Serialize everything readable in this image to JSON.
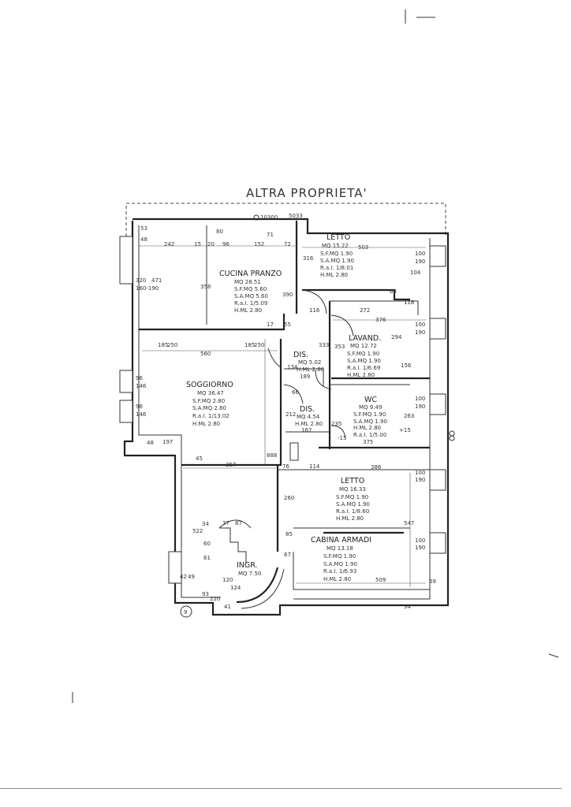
{
  "header": {
    "title": "ALTRA PROPRIETA'"
  },
  "rooms": [
    {
      "id": "cucina",
      "name": "CUCINA PRANZO",
      "lines": [
        "MQ 28.51",
        "S.F.MQ 5.60",
        "S.A.MQ 5.60",
        "R.a.I. 1/5.09",
        "H.ML 2.80"
      ]
    },
    {
      "id": "letto1",
      "name": "LETTO",
      "lines": [
        "MQ 15.22",
        "S.F.MQ 1.90",
        "S.A.MQ 1.90",
        "R.a.I. 1/8.01",
        "H.ML 2.80"
      ]
    },
    {
      "id": "lavand",
      "name": "LAVAND.",
      "lines": [
        "MQ 12.72",
        "S.F.MQ 1.90",
        "S.A.MQ 1.90",
        "R.a.I. 1/6.69",
        "H.ML 2.80"
      ]
    },
    {
      "id": "dis1",
      "name": "DIS.",
      "lines": [
        "MQ 5.02",
        "H.ML 2.80"
      ]
    },
    {
      "id": "soggiorno",
      "name": "SOGGIORNO",
      "lines": [
        "MQ 36.47",
        "S.F.MQ 2.80",
        "S.A.MQ 2.80",
        "R.a.I. 1/13.02",
        "H.ML 2.80"
      ]
    },
    {
      "id": "dis2",
      "name": "DIS.",
      "lines": [
        "MQ 4.54",
        "H.ML 2.80"
      ]
    },
    {
      "id": "wc",
      "name": "WC",
      "lines": [
        "MQ 9.49",
        "S.F.MQ 1.90",
        "S.A.MQ 1.90",
        "H.ML 2.80",
        "R.a.I. 1/5.00"
      ]
    },
    {
      "id": "letto2",
      "name": "LETTO",
      "lines": [
        "MQ 16.33",
        "S.F.MQ 1.90",
        "S.A.MQ 1.90",
        "R.a.I. 1/8.60",
        "H.ML 2.80"
      ]
    },
    {
      "id": "cabina",
      "name": "CABINA ARMADI",
      "lines": [
        "MQ 13.18",
        "S.F.MQ 1.90",
        "S.A.MQ 1.90",
        "R.a.I. 1/6.93",
        "H.ML 2.80"
      ]
    },
    {
      "id": "ingr",
      "name": "INGR.",
      "lines": [
        "MQ 7.50"
      ]
    }
  ],
  "dims": {
    "d242": "242",
    "d15": "15",
    "d20": "20",
    "d96": "96",
    "d152": "152",
    "d72": "72",
    "d80": "80",
    "d71": "71",
    "d53": "53",
    "d48": "48",
    "d320": "320",
    "d160190": "160-190",
    "d471": "471",
    "d358": "358",
    "d390": "390",
    "d316": "316",
    "d503": "503",
    "d100a": "100",
    "d190a": "190",
    "d104": "104",
    "d63": "63",
    "d118": "118",
    "d116": "116",
    "d272": "272",
    "d376": "376",
    "d17": "17",
    "d55": "55",
    "d100b": "100",
    "d190b": "190",
    "d294": "294",
    "d333": "333",
    "d353": "353",
    "d156": "156",
    "d185a": "185",
    "d250a": "250",
    "d560": "560",
    "d185b": "185",
    "d250b": "250",
    "d96b": "96",
    "d146a": "146",
    "d96c": "96",
    "d146b": "146",
    "d134": "134",
    "d189": "189",
    "d66": "66",
    "d212": "212",
    "d167": "167",
    "d235": "235",
    "d375": "375",
    "d263": "263",
    "d100c": "100",
    "d190c": "190",
    "d15a": "+15",
    "d15b": "-15",
    "d48b": "48",
    "d197": "197",
    "d45": "45",
    "d888": "888",
    "d357": "357",
    "d76": "76",
    "d114": "114",
    "d386": "386",
    "d100d": "100",
    "d190d": "190",
    "d260": "260",
    "d522": "522",
    "d34": "34",
    "d37": "37",
    "d87": "87",
    "d61": "61",
    "d60": "60",
    "d85": "85",
    "d547": "547",
    "d67": "67",
    "d100e": "100",
    "d190e": "190",
    "d42": "42",
    "d49": "49",
    "d120": "120",
    "d93": "93",
    "d220": "220",
    "d124": "124",
    "d41": "41",
    "d509": "509",
    "d69": "69",
    "d34b": "34",
    "d9": "9",
    "d10300": "10300",
    "d5033": "5033"
  }
}
